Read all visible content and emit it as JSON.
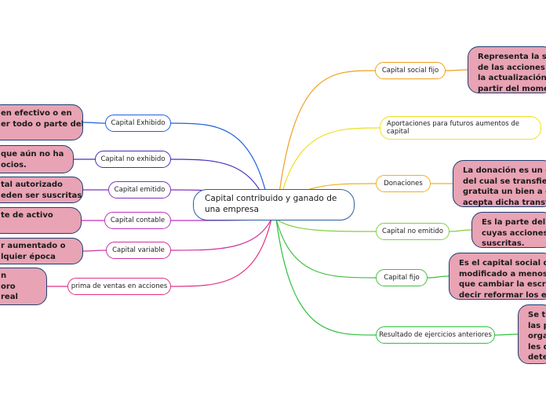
{
  "center": {
    "text": "Capital contribuido y ganado de una empresa"
  },
  "right_nodes": [
    {
      "label": "Capital social fijo",
      "color": "#f0a020"
    },
    {
      "label": "Aportaciones para futuros aumentos de capital",
      "color": "#f0e020"
    },
    {
      "label": "Donaciones",
      "color": "#f0b020"
    },
    {
      "label": "Capital no emitido",
      "color": "#80d040"
    },
    {
      "label": "Capital fijo",
      "color": "#40c040"
    },
    {
      "label": "Resultado de ejercicios anteriores",
      "color": "#30c040"
    }
  ],
  "right_notes": [
    {
      "lines": [
        "Representa la sum",
        "de las acciones sus",
        "la actualización que",
        "partir del momento"
      ]
    },
    {
      "lines": [
        "La donación es un cont",
        "del cual se transfiere d",
        "gratuita un bien a otra",
        "acepta dicha transferen"
      ]
    },
    {
      "lines": [
        "Es la parte del cap",
        "cuyas acciones au",
        "suscritas."
      ]
    },
    {
      "lines": [
        "Es el capital social que n",
        "modificado a menos que",
        "que cambiar la escritura",
        "decir reformar los estat"
      ]
    },
    {
      "lines": [
        "Se tr",
        "las p",
        "orga",
        "les d",
        "dete"
      ]
    }
  ],
  "left_nodes": [
    {
      "label": "Capital Exhibido",
      "color": "#2060e0"
    },
    {
      "label": "Capital no exhibido",
      "color": "#4030c0"
    },
    {
      "label": "Capital emitido",
      "color": "#8030c0"
    },
    {
      "label": "Capital contable",
      "color": "#c030c0"
    },
    {
      "label": "Capital variable",
      "color": "#d030a0"
    },
    {
      "label": "prima de ventas en acciones",
      "color": "#e03080"
    }
  ],
  "left_notes": [
    {
      "lines": [
        "en efectivo o en",
        "er todo o parte del"
      ]
    },
    {
      "lines": [
        "que aún no ha",
        "ocios."
      ]
    },
    {
      "lines": [
        "tal autorizado",
        "eden ser suscritas."
      ]
    },
    {
      "lines": [
        "te de activo"
      ]
    },
    {
      "lines": [
        "r aumentado o",
        "lquier época"
      ]
    },
    {
      "lines": [
        "n",
        "oro",
        "real"
      ]
    }
  ]
}
